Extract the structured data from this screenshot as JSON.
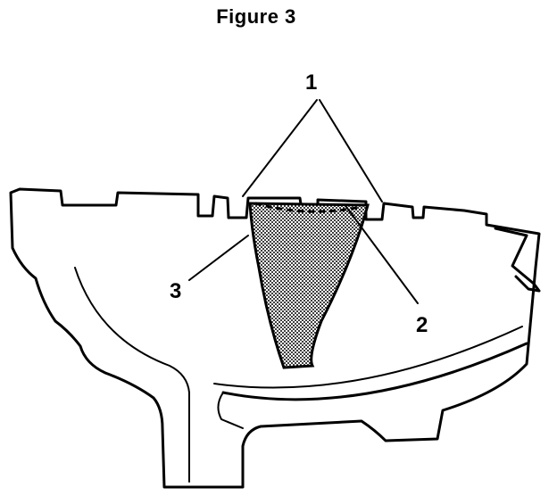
{
  "figure": {
    "title": "Figure 3"
  },
  "callouts": [
    {
      "label": "1"
    },
    {
      "label": "2"
    },
    {
      "label": "3"
    }
  ],
  "colors": {
    "line": "#000000",
    "background": "#ffffff",
    "shading": "#9a9a9a"
  }
}
